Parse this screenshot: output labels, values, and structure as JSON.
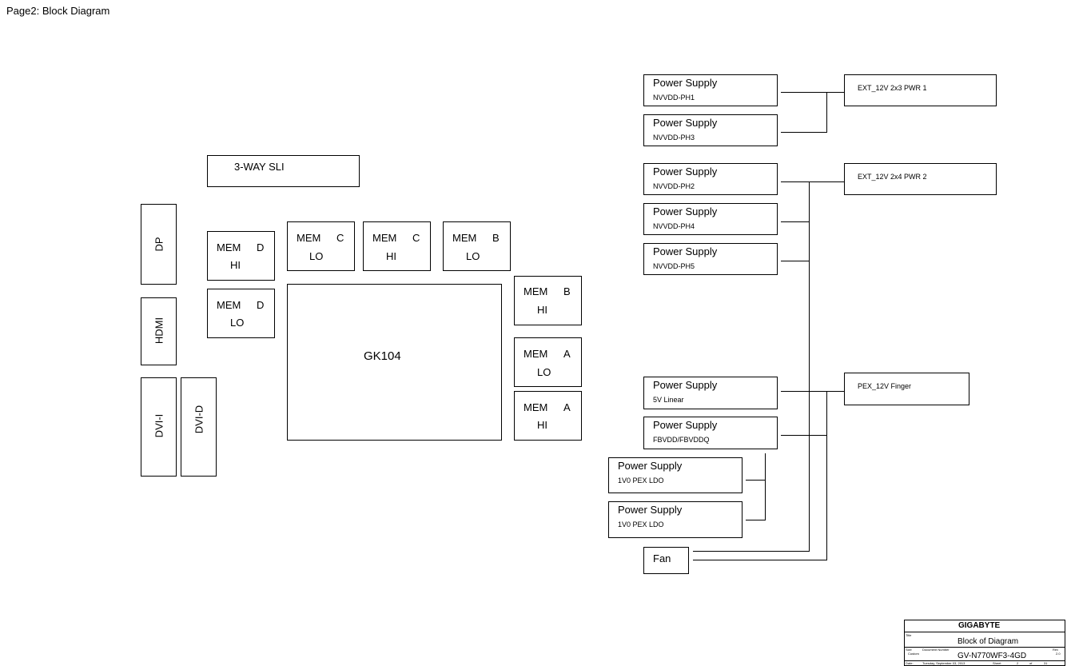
{
  "page_title": "Page2: Block Diagram",
  "gpu": {
    "label": "GK104"
  },
  "sli": {
    "label": "3-WAY SLI"
  },
  "outputs": {
    "dp": "DP",
    "hdmi": "HDMI",
    "dvi_i": "DVI-I",
    "dvi_d": "DVI-D"
  },
  "memory": [
    {
      "id": "mem-d-hi",
      "word": "MEM",
      "letter": "D",
      "half": "HI"
    },
    {
      "id": "mem-d-lo",
      "word": "MEM",
      "letter": "D",
      "half": "LO"
    },
    {
      "id": "mem-c-lo",
      "word": "MEM",
      "letter": "C",
      "half": "LO"
    },
    {
      "id": "mem-c-hi",
      "word": "MEM",
      "letter": "C",
      "half": "HI"
    },
    {
      "id": "mem-b-lo",
      "word": "MEM",
      "letter": "B",
      "half": "LO"
    },
    {
      "id": "mem-b-hi",
      "word": "MEM",
      "letter": "B",
      "half": "HI"
    },
    {
      "id": "mem-a-lo",
      "word": "MEM",
      "letter": "A",
      "half": "LO"
    },
    {
      "id": "mem-a-hi",
      "word": "MEM",
      "letter": "A",
      "half": "HI"
    }
  ],
  "power_supplies": [
    {
      "title": "Power Supply",
      "sub": "NVVDD-PH1"
    },
    {
      "title": "Power Supply",
      "sub": "NVVDD-PH3"
    },
    {
      "title": "Power Supply",
      "sub": "NVVDD-PH2"
    },
    {
      "title": "Power Supply",
      "sub": "NVVDD-PH4"
    },
    {
      "title": "Power Supply",
      "sub": "NVVDD-PH5"
    },
    {
      "title": "Power Supply",
      "sub": "5V Linear"
    },
    {
      "title": "Power Supply",
      "sub": "FBVDD/FBVDDQ"
    },
    {
      "title": "Power Supply",
      "sub": "1V0 PEX LDO"
    },
    {
      "title": "Power Supply",
      "sub": "1V0 PEX LDO"
    }
  ],
  "fan": {
    "label": "Fan"
  },
  "power_inputs": [
    {
      "label": "EXT_12V 2x3 PWR 1"
    },
    {
      "label": "EXT_12V 2x4 PWR 2"
    },
    {
      "label": "PEX_12V Finger"
    }
  ],
  "title_block": {
    "company": "GIGABYTE",
    "title_label": "Title",
    "title": "Block of Diagram",
    "size_label": "Size",
    "size": "Custom",
    "docnum_label": "Document Number",
    "docnum": "GV-N770WF3-4GD",
    "rev_label": "Rev",
    "rev": "2.0",
    "date_label": "Date:",
    "date": "Tuesday, September 03, 2013",
    "sheet_label": "Sheet",
    "sheet": "2",
    "of_label": "of",
    "sheets": "31"
  }
}
